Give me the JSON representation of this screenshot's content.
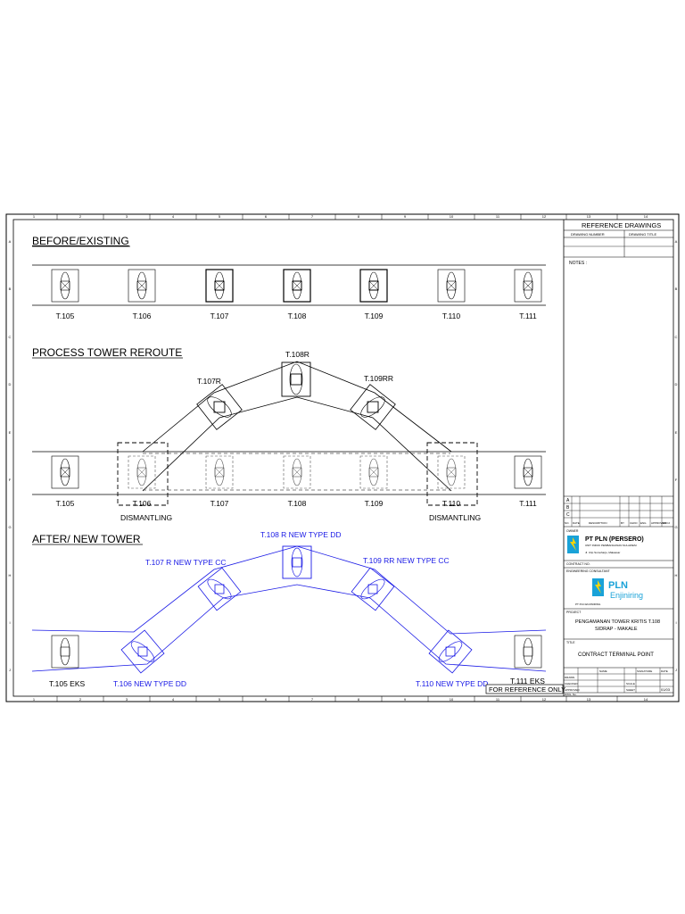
{
  "sections": {
    "before": "BEFORE/EXISTING",
    "process": "PROCESS TOWER REROUTE",
    "after": "AFTER/ NEW TOWER"
  },
  "before_towers": [
    "T.105",
    "T.106",
    "T.107",
    "T.108",
    "T.109",
    "T.110",
    "T.111"
  ],
  "process": {
    "lower_labels": [
      "T.105",
      "T.106",
      "T.107",
      "T.108",
      "T.109",
      "T.110",
      "T.111"
    ],
    "upper_labels": [
      "T.107R",
      "T.108R",
      "T.109RR"
    ],
    "dismantling": [
      "DISMANTLING",
      "DISMANTLING"
    ]
  },
  "after": {
    "t105": "T.105 EKS",
    "t106": "T.106 NEW TYPE DD",
    "t107": "T.107 R NEW TYPE CC",
    "t108": "T.108 R NEW TYPE DD",
    "t109": "T.109 RR NEW TYPE CC",
    "t110": "T.110 NEW TYPE DD",
    "t111": "T.111 EKS",
    "reference": "FOR REFERENCE ONLY"
  },
  "border": {
    "columns": [
      "1",
      "2",
      "3",
      "4",
      "5",
      "6",
      "7",
      "8",
      "9",
      "10",
      "11",
      "12",
      "13",
      "14"
    ],
    "rows": [
      "A",
      "B",
      "C",
      "D",
      "E",
      "F",
      "G",
      "H",
      "I",
      "J"
    ]
  },
  "title_block": {
    "reference_title": "REFERENCE DRAWINGS",
    "drawing_number": "DRAWING NUMBER",
    "drawing_title": "DRAWING TITLE",
    "notes": "NOTES :",
    "revisions": [
      "A",
      "B",
      "C"
    ],
    "rev_headers": [
      "NO.",
      "DATE",
      "DESCRIPTION",
      "BY",
      "CHKD",
      "ENG",
      "APPROVED",
      "PROJ",
      "REV"
    ],
    "owner_label": "OWNER",
    "owner_name": "PT PLN (PERSERO)",
    "owner_sub1": "UNIT INDUK PEMBANGUNAN SULAWESI",
    "owner_sub2": "Jl. Urip Sumoharjo, Makassar",
    "contract_no": "CONTRACT NO.",
    "consultant_label": "ENGINEERING CONSULTANT",
    "consultant_name": "PLN",
    "consultant_sub": "Enjiniring",
    "consultant_footer": "PT PLN ENJINIRING",
    "project_label": "PROJECT",
    "project_name_1": "PENGAMANAN TOWER KRITIS T.108",
    "project_name_2": "SIDRAP - MAKALE",
    "title_label": "TITLE",
    "title_name": "CONTRACT TERMINAL POINT",
    "sig_headers": [
      "NAME",
      "SIGNATURE",
      "DATE"
    ],
    "sig_rows": [
      "DRAWN",
      "CHECKED",
      "APPROVED"
    ],
    "scale_label": "SCALE",
    "sheet_label": "SHEET",
    "sheet_value": "01/03",
    "dwg_label": "DWG. No."
  },
  "colors": {
    "line": "#000000",
    "new_tower": "#1a1ae6",
    "dashed": "#555555"
  }
}
